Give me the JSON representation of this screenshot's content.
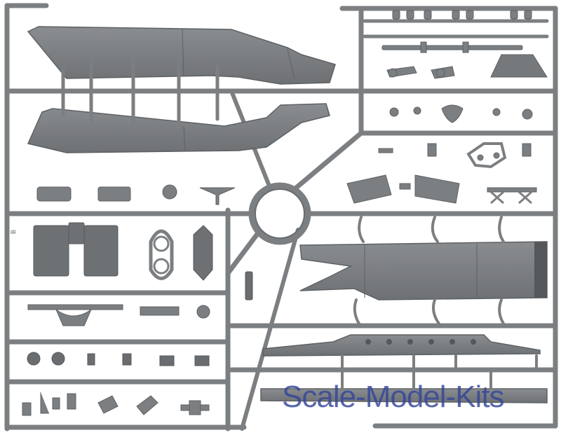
{
  "photo": {
    "subject": "sprue-frame",
    "colors": {
      "background": "#ffffff",
      "plastic": "#7c7f82",
      "plastic_dark": "#5e6164",
      "plastic_light": "#9a9da0",
      "watermark": "#34469a"
    }
  },
  "watermark": {
    "text": "Scale-Model-Kits"
  },
  "sprue_badge": {
    "text": "B"
  }
}
